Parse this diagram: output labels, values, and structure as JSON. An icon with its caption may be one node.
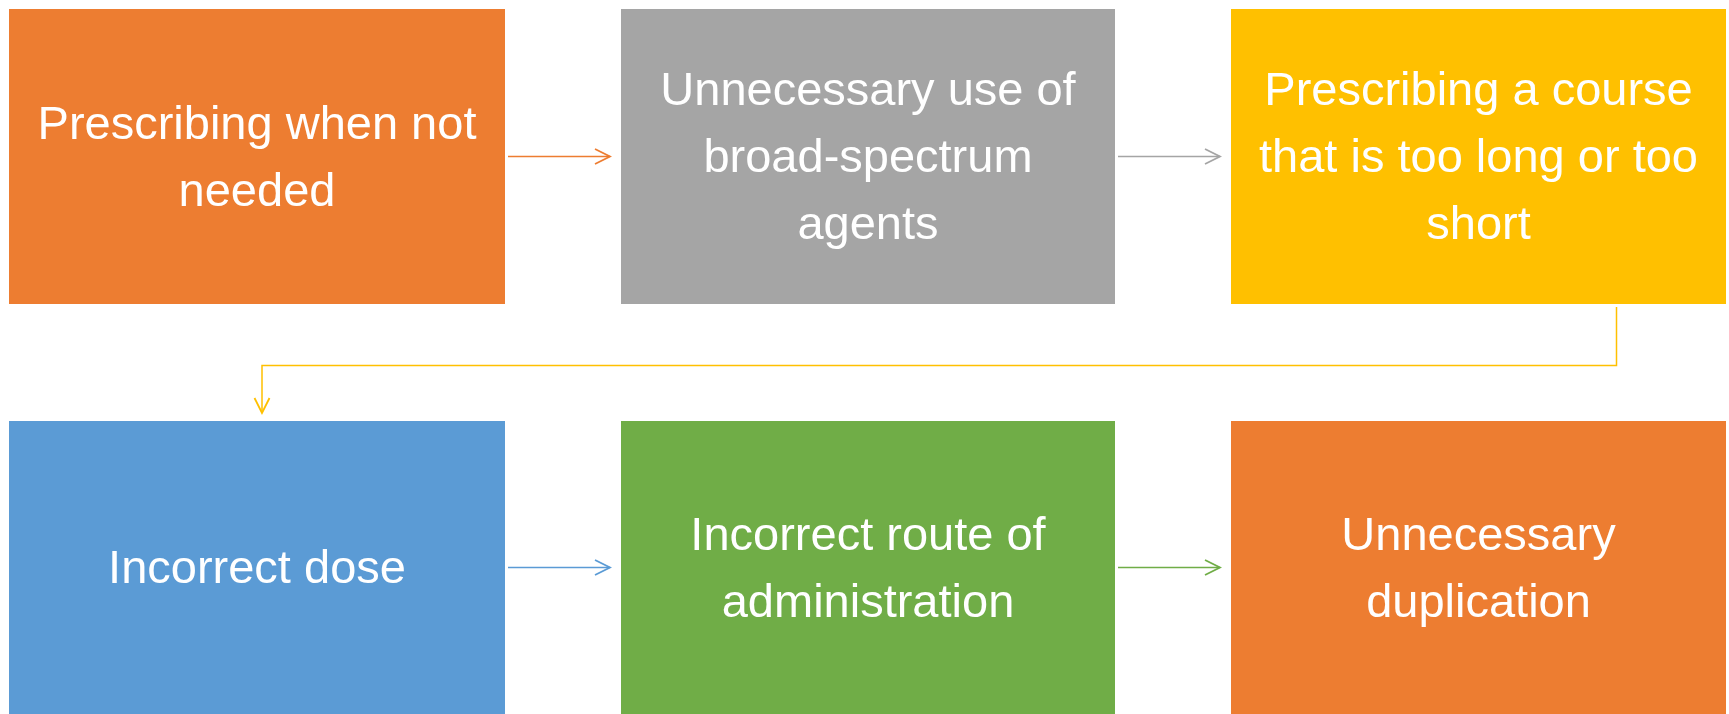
{
  "diagram": {
    "nodes": [
      {
        "text": [
          "Prescribing when not needed"
        ]
      },
      {
        "text": [
          "Unnecessary use of broad-spectrum agents"
        ]
      },
      {
        "text": [
          "Prescribing a course that is too long or too short"
        ]
      },
      {
        "text": [
          "Incorrect dose"
        ]
      },
      {
        "text": [
          "Incorrect route of administration"
        ]
      },
      {
        "text": [
          "Unnecessary duplication"
        ]
      }
    ],
    "edges": [
      {
        "from": 0,
        "to": 1,
        "arrow": "to",
        "color": "#ed7d31"
      },
      {
        "from": 1,
        "to": 2,
        "arrow": "to",
        "color": "#a5a5a5"
      },
      {
        "from": 2,
        "to": 3,
        "arrow": "to",
        "color": "#ffc000"
      },
      {
        "from": 3,
        "to": 4,
        "arrow": "to",
        "color": "#5b9bd5"
      },
      {
        "from": 4,
        "to": 5,
        "arrow": "to",
        "color": "#70ad47"
      }
    ]
  }
}
